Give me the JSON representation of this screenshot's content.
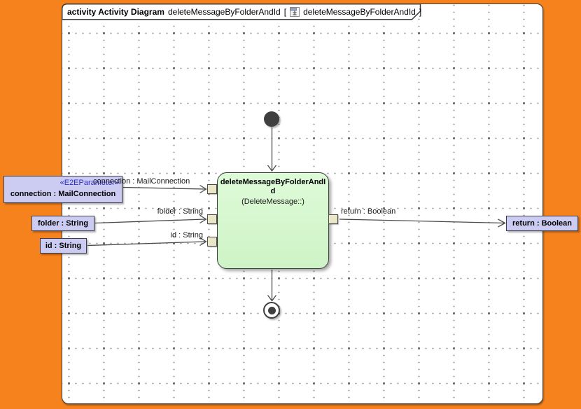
{
  "colors": {
    "background_orange": "#F6821E",
    "canvas_white": "#FFFFFF",
    "frame_border": "#3B3B3B",
    "action_fill_green": "#D6F8CE",
    "parameter_fill_lavender": "#CCCCF2",
    "pin_fill_beige": "#EAE7C9",
    "stereotype_blue": "#2D2DC8",
    "node_dark": "#3F3F3F"
  },
  "tab": {
    "keyword": "activity Activity Diagram",
    "diagram_name": "deleteMessageByFolderAndId",
    "bracket_open": "[",
    "context_name": "deleteMessageByFolderAndId",
    "bracket_close": "]",
    "icon": "activity-diagram-icon"
  },
  "action": {
    "name": "deleteMessageByFolderAndId",
    "qualifier": "(DeleteMessage::)"
  },
  "parameters": [
    {
      "stereotype": "«E2EParameter»",
      "name": "connection : MailConnection",
      "edge_label": "connection : MailConnection"
    },
    {
      "name": "folder : String",
      "edge_label": "folder : String"
    },
    {
      "name": "id : String",
      "edge_label": "id : String"
    }
  ],
  "result": {
    "name": "return : Boolean",
    "edge_label": "return : Boolean"
  }
}
